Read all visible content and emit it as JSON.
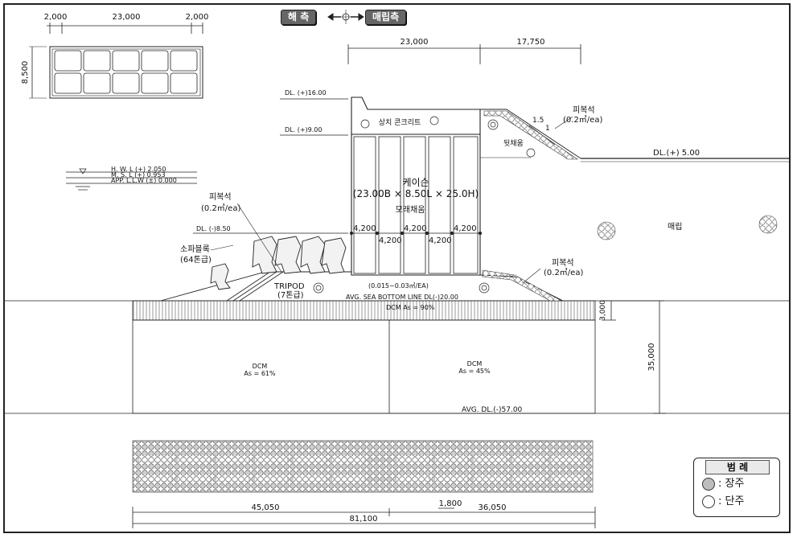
{
  "direction": {
    "sea_label": "해 측",
    "reclaim_label": "매립측"
  },
  "plan_top": {
    "dim_left": "2,000",
    "dim_mid": "23,000",
    "dim_right": "2,000",
    "dim_height": "8,500"
  },
  "section": {
    "dim_23000": "23,000",
    "dim_17750": "17,750",
    "dl_16": "DL. (+)16.00",
    "dl_9": "DL. (+)9.00",
    "dl_8_5": "DL. (-)8.50",
    "dl_5": "DL.(+) 5.00",
    "tide_hwl": "H.   W.   L (+) 2.050",
    "tide_msl": "M.   S.   L (+) 0.953",
    "tide_app": "APP. L.L.W (±) 0.000",
    "top_concrete": "상치 콘크리트",
    "caisson_title": "케이슨",
    "caisson_size": "(23.00B × 8.50L × 25.0H)",
    "sand_fill": "모래채움",
    "cell_widths": [
      "4,200",
      "4,200",
      "4,200",
      "4,200",
      "4,200"
    ],
    "armor_left": "피복석",
    "armor_left_spec": "(0.2㎥/ea)",
    "armor_right": "피복석",
    "armor_right_spec": "(0.2㎥/ea)",
    "armor_bottom": "피복석",
    "armor_bottom_spec": "(0.2㎥/ea)",
    "slope": "1.5",
    "slope_one": "1",
    "backfill": "뒷채움",
    "reclaim": "매립",
    "block": "소파블록",
    "block_spec": "(64톤급)",
    "tripod": "TRIPOD",
    "tripod_spec": "(7톤급)",
    "rubble_spec": "(0.015~0.03㎥/EA)",
    "sea_bottom": "AVG. SEA BOTTOM LINE  DL(-)20.00",
    "dcm_top": "DCM As = 90%",
    "dcm_left_1": "DCM",
    "dcm_left_2": "As = 61%",
    "dcm_right_1": "DCM",
    "dcm_right_2": "As = 45%",
    "dl_57": "AVG. DL.(-)57.00",
    "dim_3000": "3,000",
    "dim_35000": "35,000"
  },
  "plan_bottom": {
    "dim_45050": "45,050",
    "dim_1800": "1,800",
    "dim_36050": "36,050",
    "dim_81100": "81,100"
  },
  "legend": {
    "title": "범 례",
    "long_pile": ": 장주",
    "short_pile": ": 단주"
  }
}
